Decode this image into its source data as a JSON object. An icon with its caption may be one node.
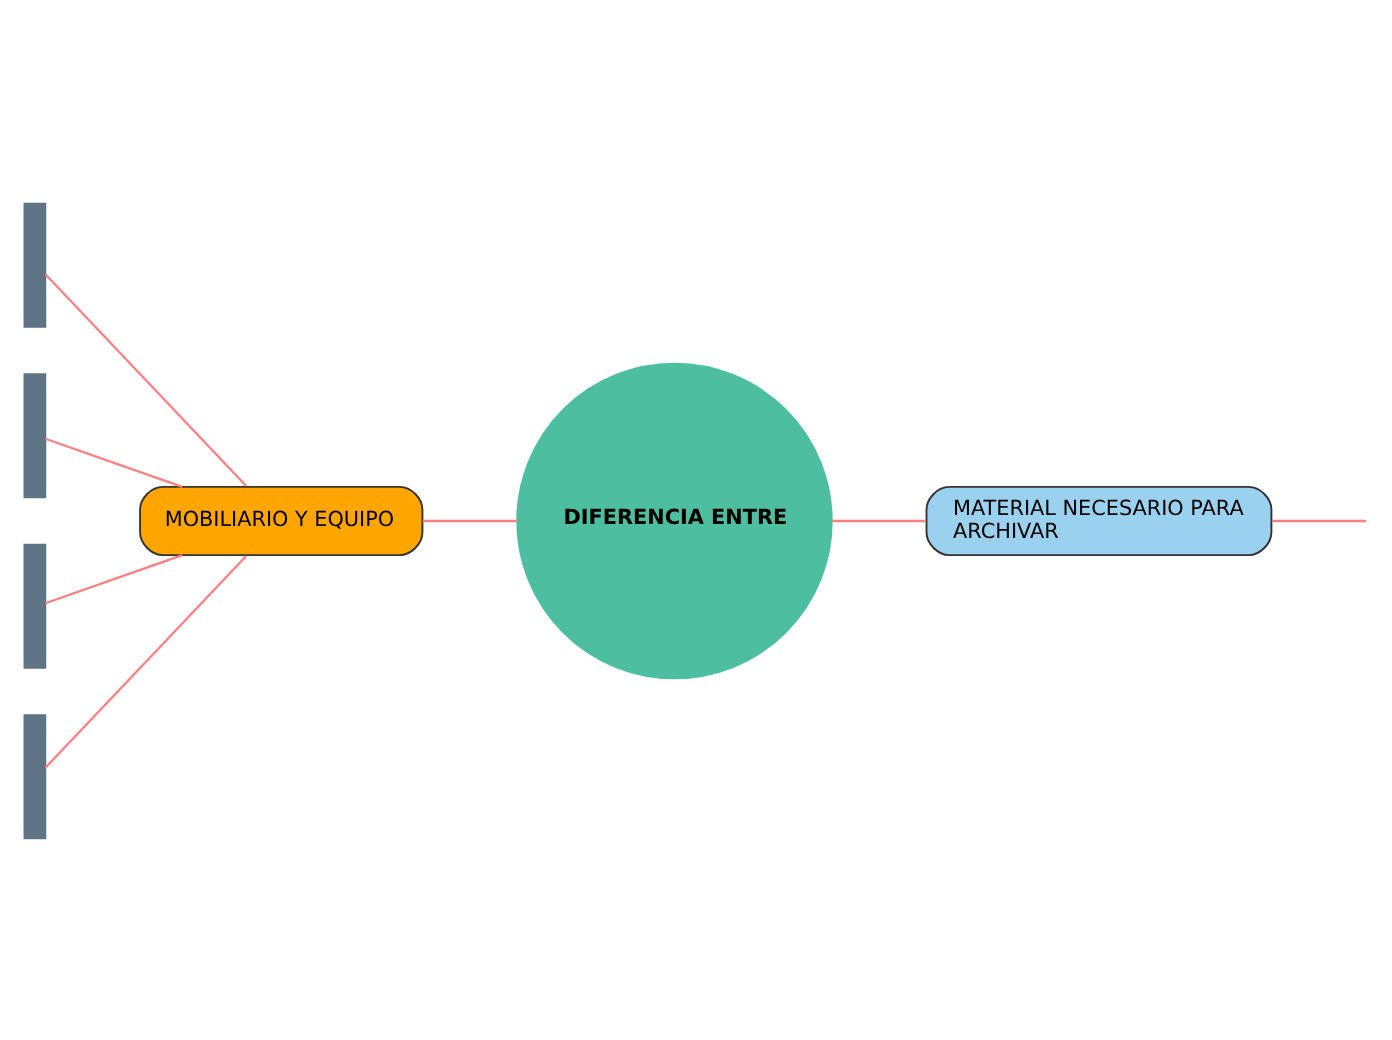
{
  "diagram": {
    "nodes": [
      {
        "text": [
          "DIFERENCIA ENTRE"
        ]
      },
      {
        "text": [
          "MOBILIARIO Y EQUIPO"
        ]
      },
      {
        "text": [
          "MATERIAL NECESARIO PARA ARCHIVAR"
        ]
      },
      {
        "text": [],
        "shape": "box"
      },
      {
        "text": [],
        "shape": "box"
      },
      {
        "text": [],
        "shape": "box"
      },
      {
        "text": [],
        "shape": "box"
      }
    ],
    "edges": [
      {
        "from": 1,
        "to": 0,
        "arrow": "none"
      },
      {
        "from": 0,
        "to": 2,
        "arrow": "none"
      },
      {
        "from": 3,
        "to": 1,
        "arrow": "none"
      },
      {
        "from": 4,
        "to": 1,
        "arrow": "none"
      },
      {
        "from": 5,
        "to": 1,
        "arrow": "none"
      },
      {
        "from": 6,
        "to": 1,
        "arrow": "none"
      },
      {
        "from": 2,
        "to": null,
        "arrow": "none"
      }
    ]
  }
}
